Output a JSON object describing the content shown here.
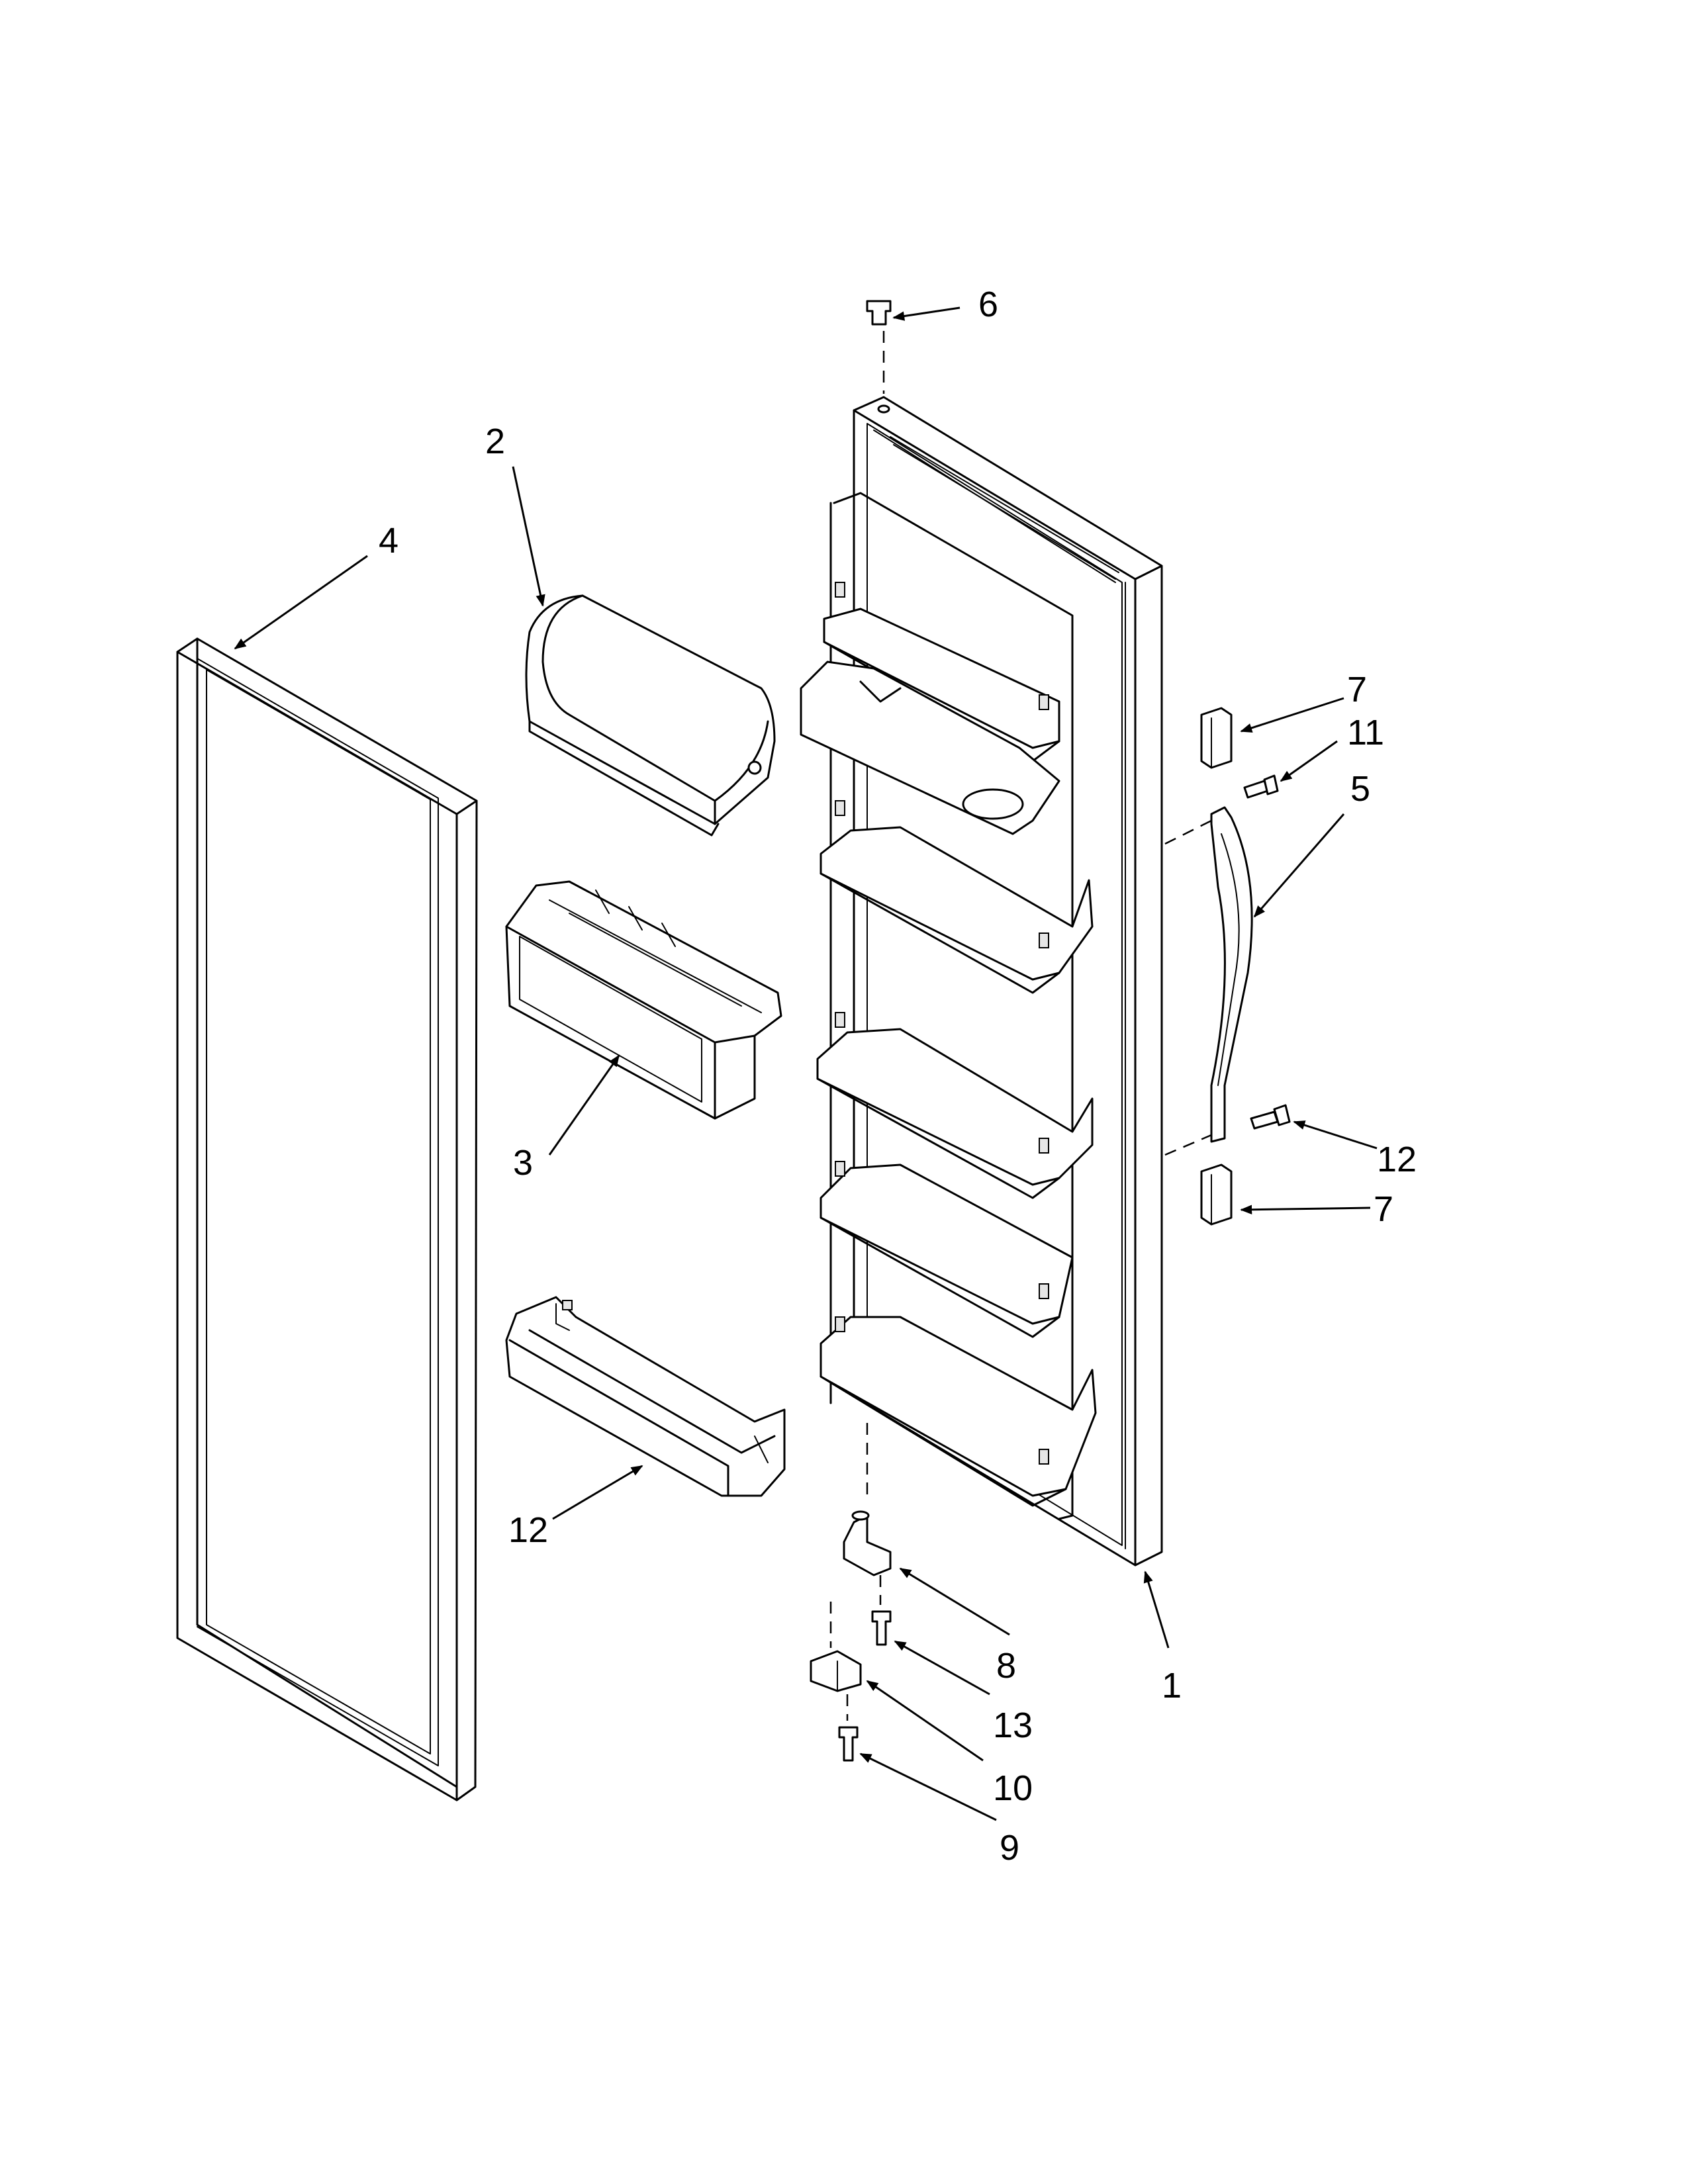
{
  "diagram": {
    "callouts": [
      {
        "id": "c6",
        "label": "6"
      },
      {
        "id": "c2",
        "label": "2"
      },
      {
        "id": "c4",
        "label": "4"
      },
      {
        "id": "c7a",
        "label": "7"
      },
      {
        "id": "c11",
        "label": "11"
      },
      {
        "id": "c5",
        "label": "5"
      },
      {
        "id": "c3",
        "label": "3"
      },
      {
        "id": "c12a",
        "label": "12"
      },
      {
        "id": "c7b",
        "label": "7"
      },
      {
        "id": "c12b",
        "label": "12"
      },
      {
        "id": "c8",
        "label": "8"
      },
      {
        "id": "c1",
        "label": "1"
      },
      {
        "id": "c13",
        "label": "13"
      },
      {
        "id": "c10",
        "label": "10"
      },
      {
        "id": "c9",
        "label": "9"
      }
    ]
  }
}
